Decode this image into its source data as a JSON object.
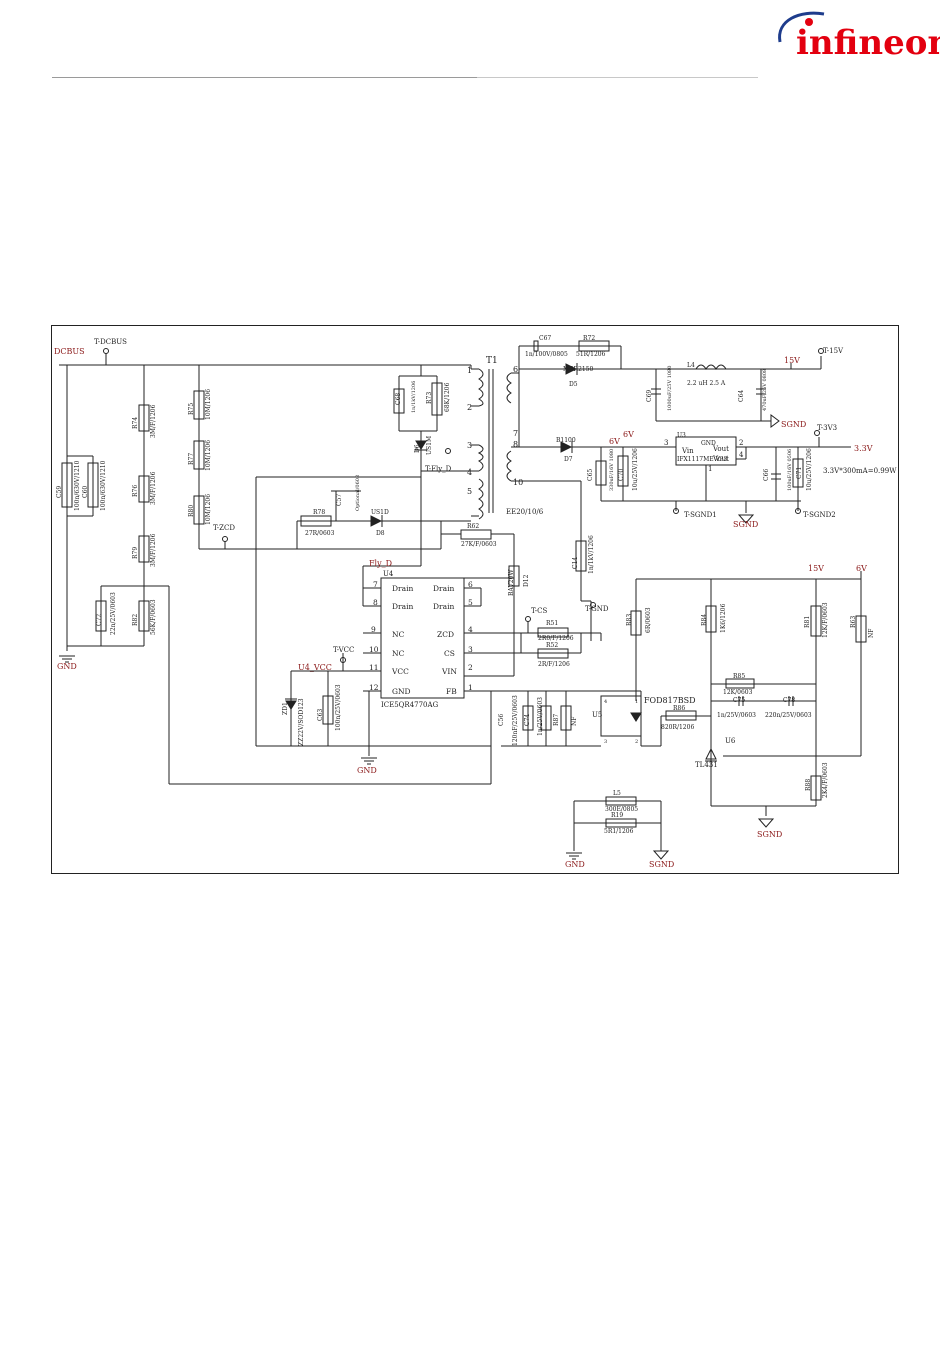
{
  "header": {
    "brand": "infineon",
    "brand_color": "#e3000f",
    "logo_arc_color": "#1e3c8c"
  },
  "schematic": {
    "nets": {
      "dcbus": "DCBUS",
      "tdcbus": "T-DCBUS",
      "gnd": "GND",
      "sgnd": "SGND",
      "tzcd": "T-ZCD",
      "flyd": "Fly_D",
      "tflyd": "T-Fly_D",
      "tvcc": "T-VCC",
      "u4vcc": "U4_VCC",
      "tcs": "T-CS",
      "tgnd": "T-GND",
      "v15": "15V",
      "t15v": "T-15V",
      "v6": "6V",
      "t3v3": "T-3V3",
      "v3v3": "3.3V",
      "power_note": "3.3V*300mA=0.99W",
      "tsgnd1": "T-SGND1",
      "tsgnd2": "T-SGND2"
    },
    "ic": {
      "ref": "U4",
      "part": "ICE5QR4770AG",
      "left_pins": [
        {
          "num": "7",
          "name": "Drain"
        },
        {
          "num": "8",
          "name": "Drain"
        },
        {
          "num": "9",
          "name": "NC"
        },
        {
          "num": "10",
          "name": "NC"
        },
        {
          "num": "11",
          "name": "VCC"
        },
        {
          "num": "12",
          "name": "GND"
        }
      ],
      "right_pins": [
        {
          "num": "6",
          "name": "Drain"
        },
        {
          "num": "5",
          "name": "Drain"
        },
        {
          "num": "4",
          "name": "ZCD"
        },
        {
          "num": "3",
          "name": "CS"
        },
        {
          "num": "2",
          "name": "VIN"
        },
        {
          "num": "1",
          "name": "FB"
        }
      ]
    },
    "regulator": {
      "ref": "U3",
      "part": "IFX1117ME V33",
      "vin": "Vin",
      "gnd": "GND",
      "vout1": "Vout",
      "vout2": "Vout",
      "pin_in": "3",
      "pin_out": "2",
      "pin_out2": "4",
      "pin_gnd": "1"
    },
    "transformer": {
      "ref": "T1",
      "part": "EE20/10/6",
      "pins": [
        "1",
        "2",
        "3",
        "4",
        "5",
        "6",
        "7",
        "8",
        "10"
      ]
    },
    "optocoupler": {
      "ref": "U5",
      "part": "FOD817BSD",
      "pins": [
        "1",
        "2",
        "3",
        "4"
      ]
    },
    "shunt": {
      "ref": "U6",
      "part": "TL431"
    },
    "components": {
      "c59": "C59",
      "c59v": "100n/630V/1210",
      "c60": "C60",
      "c60v": "100n/630V/1210",
      "r74": "R74",
      "r74v": "3M/F/1206",
      "r76": "R76",
      "r76v": "3M/F/1206",
      "r79": "R79",
      "r79v": "3M/F/1206",
      "r75": "R75",
      "r75v": "10M/1206",
      "r77": "R77",
      "r77v": "10M/1206",
      "r80": "R80",
      "r80v": "10M/1206",
      "c72": "C72",
      "c72v": "22n/25V/0603",
      "r82": "R82",
      "r82v": "56K/F/0603",
      "r78": "R78",
      "r78v": "27R/0603",
      "c57": "C57",
      "c57v": "Optional/0603",
      "d8": "D8",
      "d8v": "US1D",
      "r62": "R62",
      "r62v": "27K/F/0603",
      "c68": "C68",
      "c68v": "1n/1kV/1206",
      "r73": "R73",
      "r73v": "68K/1206",
      "d6": "D6",
      "d6v": "US1M",
      "d12": "D12",
      "d12v": "BAV20W",
      "c67": "C67",
      "c67v": "1n/100V/0805",
      "r72": "R72",
      "r72v": "51R/1206",
      "d5": "D5",
      "d5v": "MBR2150",
      "l4": "L4",
      "l4v": "2.2 uH 2.5 A",
      "c69": "C69",
      "c69v": "1000uF/25V 1080",
      "c64": "C64",
      "c64v": "470uF/25V 0808",
      "d7": "D7",
      "d7v": "B1100",
      "c65": "C65",
      "c65v": "330uF/16V 1080",
      "c70": "C70",
      "c70v": "10u/25V/1206",
      "c66": "C66",
      "c66v": "100uF/16V 0506",
      "c71": "C71",
      "c71v": "10u/25V/1206",
      "c14": "C14",
      "c14v": "1n/1kV/1206",
      "r51": "R51",
      "r51v": "2R0/F/1206",
      "r52": "R52",
      "r52v": "2R/F/1206",
      "c56": "C56",
      "c56v": "120nF/25V/0603",
      "c74": "C74",
      "c74v": "1n/25V/0603",
      "r87": "R87",
      "r87v": "NF",
      "zd1": "ZD1",
      "zd1v": "ZZ22V/SOD123",
      "c63": "C63",
      "c63v": "100n/25V/0603",
      "r83": "R83",
      "r83v": "6R/0603",
      "r84": "R84",
      "r84v": "1K6/1206",
      "r81": "R81",
      "r81v": "12K/F/0603",
      "r63": "R63",
      "r63v": "NF",
      "r85": "R85",
      "r85v": "12K/0603",
      "c75": "C75",
      "c75v": "1n/25V/0603",
      "c78": "C78",
      "c78v": "220n/25V/0603",
      "r86": "R86",
      "r86v": "820R/1206",
      "r88": "R88",
      "r88v": "2K4/F/0603",
      "l5": "L5",
      "l5v": "300E/0805",
      "r19": "R19",
      "r19v": "5R1/1206"
    }
  }
}
